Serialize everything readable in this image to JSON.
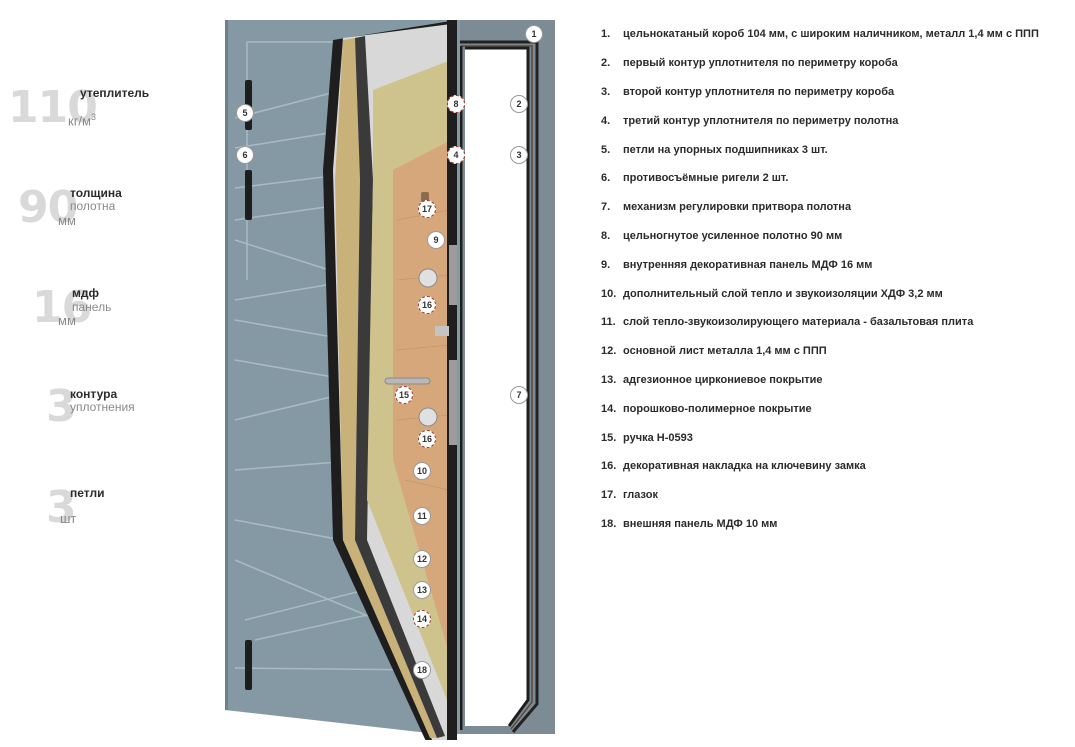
{
  "specs": [
    {
      "value": "110",
      "title": "утеплитель",
      "subtitle": "",
      "unit": "кг/м",
      "sup": "3"
    },
    {
      "value": "90",
      "title": "толщина",
      "subtitle": "полотна",
      "unit": "мм",
      "sup": ""
    },
    {
      "value": "16",
      "title": "мдф",
      "subtitle": "панель",
      "unit": "мм",
      "sup": ""
    },
    {
      "value": "3",
      "title": "контура",
      "subtitle": "уплотнения",
      "unit": "",
      "sup": ""
    },
    {
      "value": "3",
      "title": "петли",
      "subtitle": "",
      "unit": "шт",
      "sup": ""
    }
  ],
  "legend": [
    {
      "num": "1.",
      "text": "цельнокатаный короб 104 мм, с широким наличником, металл 1,4 мм с ППП"
    },
    {
      "num": "2.",
      "text": "первый контур уплотнителя по периметру короба"
    },
    {
      "num": "3.",
      "text": "второй контур уплотнителя по периметру короба"
    },
    {
      "num": "4.",
      "text": "третий контур уплотнителя по периметру полотна"
    },
    {
      "num": "5.",
      "text": "петли на упорных подшипниках 3 шт."
    },
    {
      "num": "6.",
      "text": "противосъёмные ригели 2 шт."
    },
    {
      "num": "7.",
      "text": "механизм регулировки притвора полотна"
    },
    {
      "num": "8.",
      "text": "цельногнутое усиленное полотно 90 мм"
    },
    {
      "num": "9.",
      "text": "внутренняя декоративная панель МДФ 16 мм"
    },
    {
      "num": "10.",
      "text": "дополнительный слой тепло и звукоизоляции ХДФ 3,2 мм"
    },
    {
      "num": "11.",
      "text": "слой тепло-звукоизолирующего материала - базальтовая плита"
    },
    {
      "num": "12.",
      "text": "основной лист металла 1,4 мм с ППП"
    },
    {
      "num": "13.",
      "text": "адгезионное циркониевое покрытие"
    },
    {
      "num": "14.",
      "text": "порошково-полимерное покрытие"
    },
    {
      "num": "15.",
      "text": "ручка Н-0593"
    },
    {
      "num": "16.",
      "text": "декоративная накладка на ключевину замка"
    },
    {
      "num": "17.",
      "text": "глазок"
    },
    {
      "num": "18.",
      "text": "внешняя панель МДФ 10 мм"
    }
  ],
  "markers": [
    "1",
    "2",
    "3",
    "4",
    "5",
    "6",
    "7",
    "8",
    "9",
    "10",
    "11",
    "12",
    "13",
    "14",
    "15",
    "16",
    "16",
    "17",
    "18"
  ],
  "colors": {
    "frame": "#7d8c94",
    "panel": "#8599a4",
    "panel_groove": "#a9bac3",
    "edge_dark": "#1e1e1e",
    "metal": "#d8d8d8",
    "gold": "#c9b27a",
    "mineral_wool": "#cfc38d",
    "mdf": "#d7a77c",
    "marker_border": "#a33a2a"
  }
}
